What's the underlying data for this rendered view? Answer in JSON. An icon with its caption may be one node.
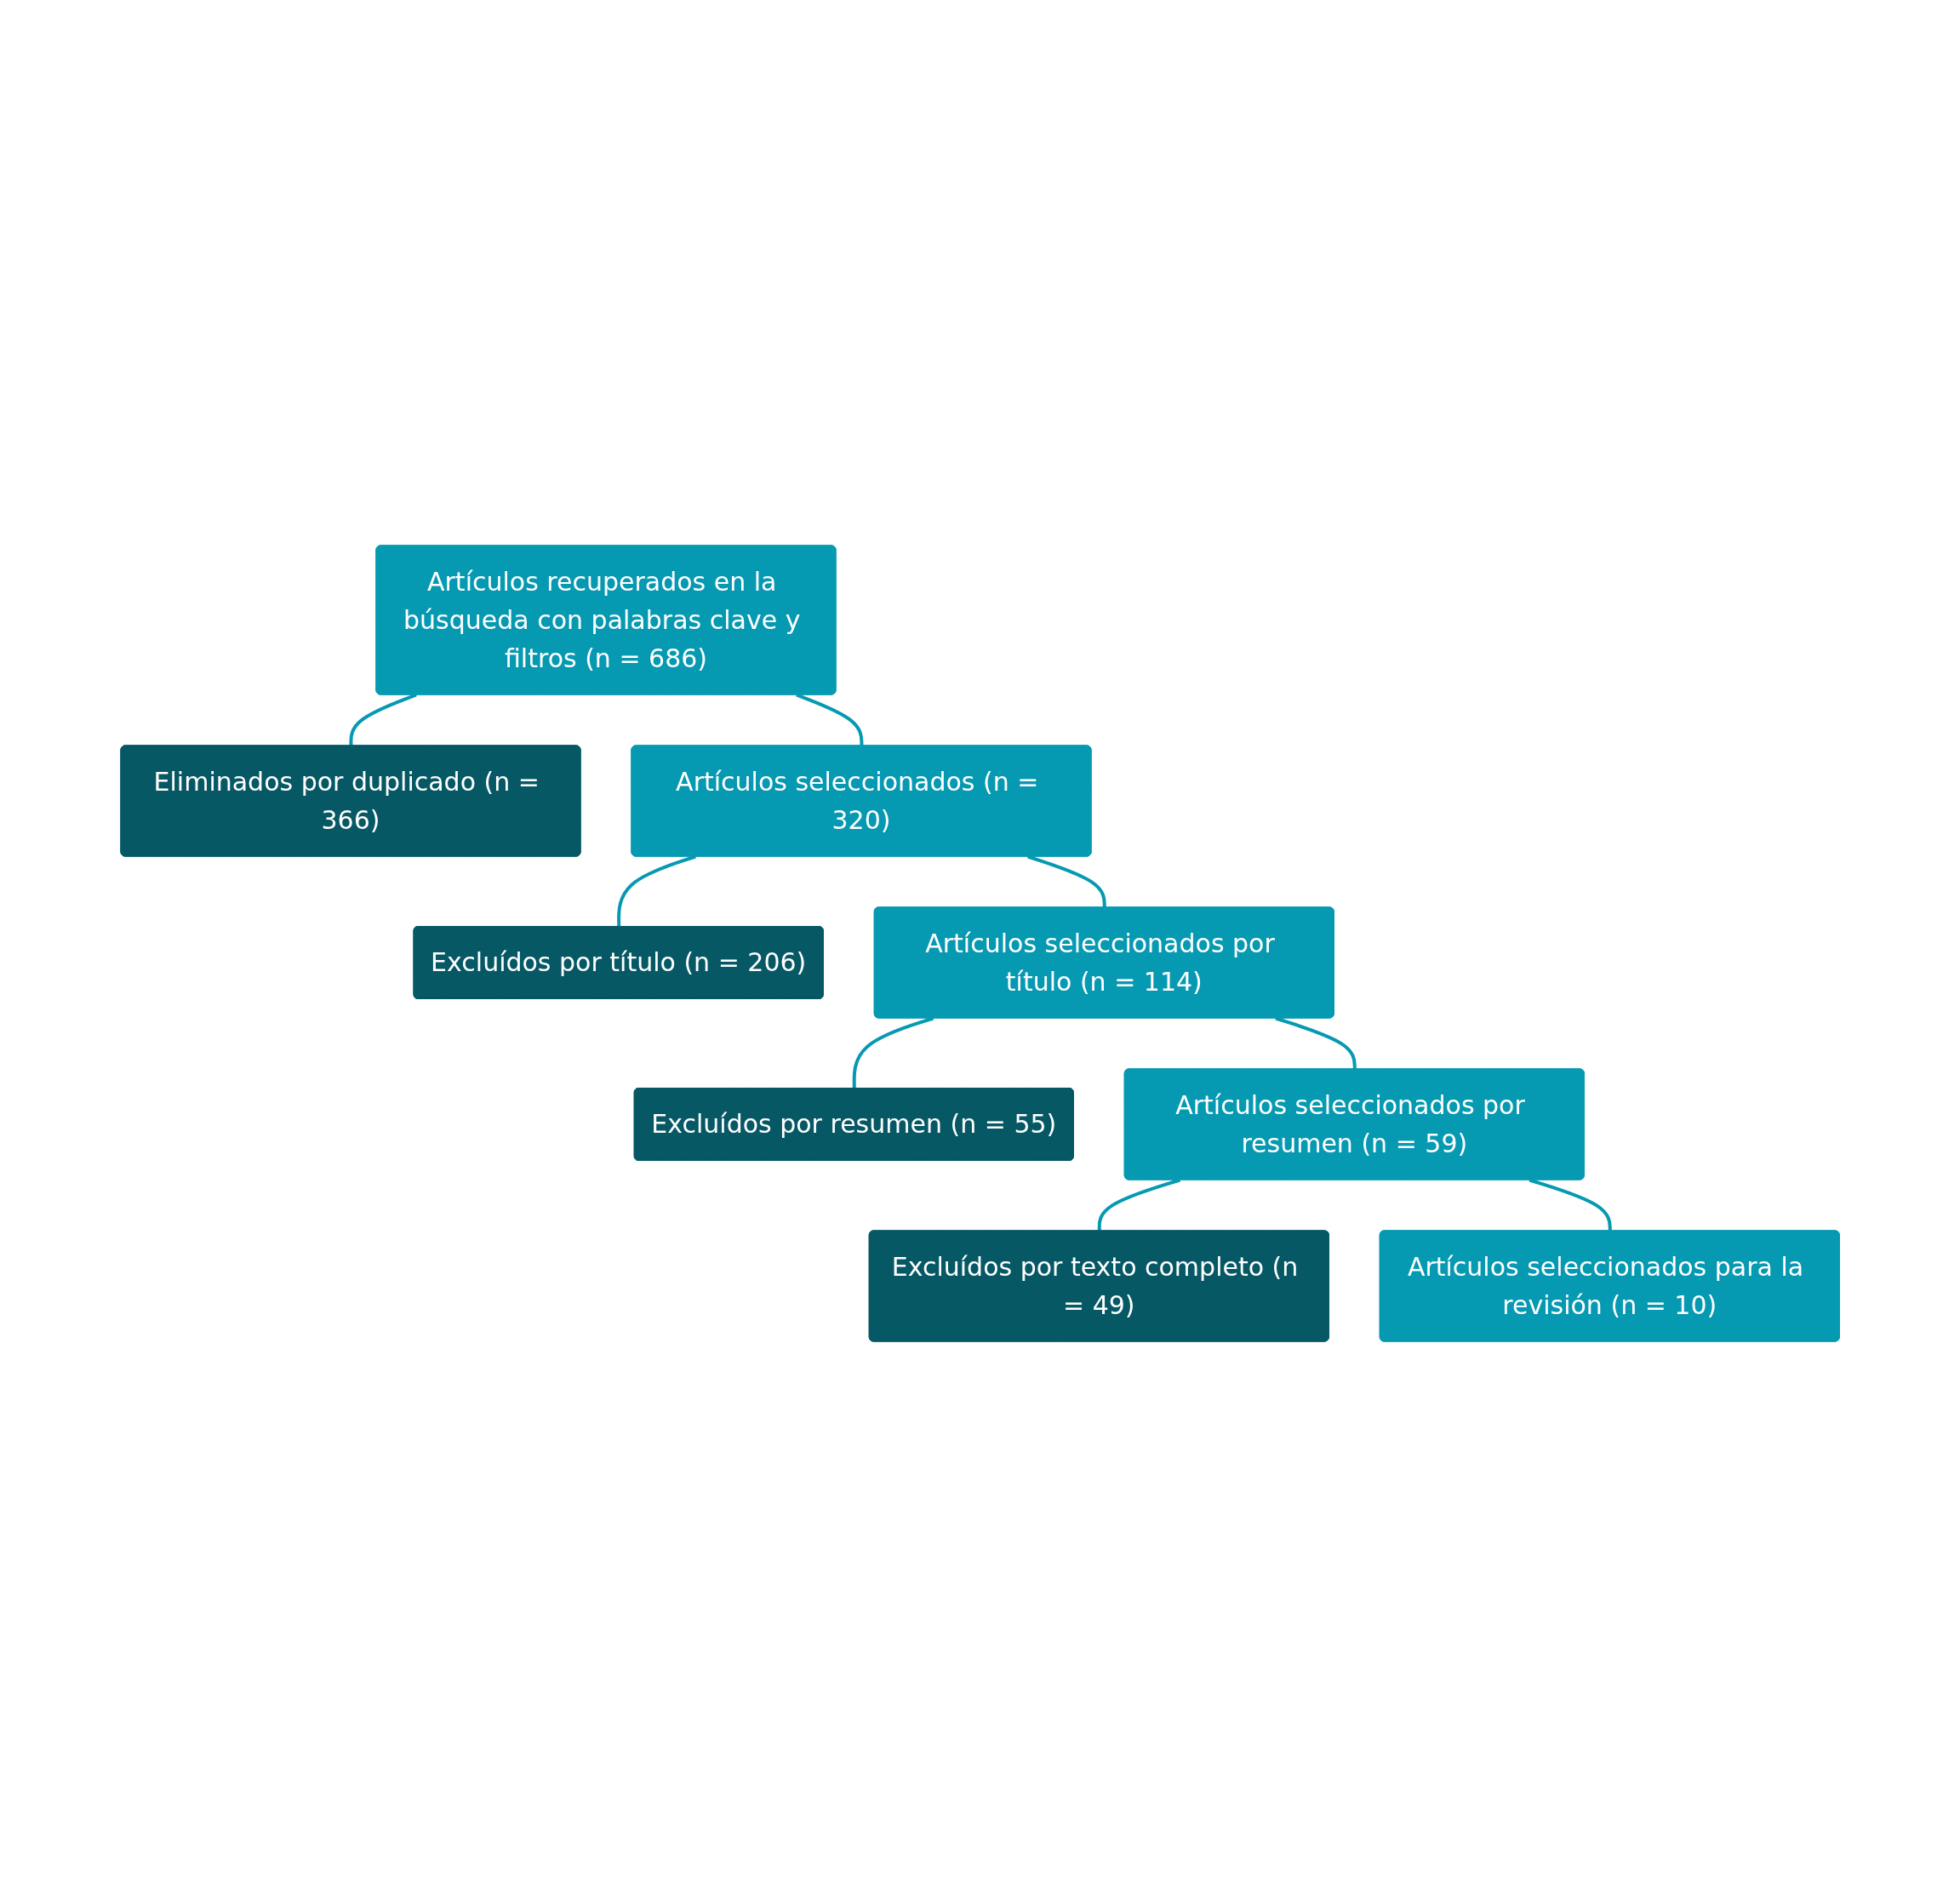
{
  "diagram": {
    "nodes": [
      {
        "text": [
          "Artículos recuperados en la búsqueda con palabras clave y filtros (n = 686)"
        ]
      },
      {
        "text": [
          "Eliminados por duplicado (n = 366)"
        ]
      },
      {
        "text": [
          "Artículos seleccionados (n = 320)"
        ]
      },
      {
        "text": [
          "Excluídos por título (n = 206)"
        ]
      },
      {
        "text": [
          "Artículos seleccionados por título (n = 114)"
        ]
      },
      {
        "text": [
          "Excluídos por resumen (n = 55)"
        ]
      },
      {
        "text": [
          "Artículos seleccionados por resumen (n = 59)"
        ]
      },
      {
        "text": [
          "Excluídos por texto completo (n = 49)"
        ]
      },
      {
        "text": [
          "Artículos seleccionados para la revisión (n = 10)"
        ]
      }
    ],
    "edges": [
      {
        "from": 0,
        "to": 1,
        "arrow": "none"
      },
      {
        "from": 0,
        "to": 2,
        "arrow": "none"
      },
      {
        "from": 2,
        "to": 3,
        "arrow": "none"
      },
      {
        "from": 2,
        "to": 4,
        "arrow": "none"
      },
      {
        "from": 4,
        "to": 5,
        "arrow": "none"
      },
      {
        "from": 4,
        "to": 6,
        "arrow": "none"
      },
      {
        "from": 6,
        "to": 7,
        "arrow": "none"
      },
      {
        "from": 6,
        "to": 8,
        "arrow": "none"
      }
    ]
  }
}
